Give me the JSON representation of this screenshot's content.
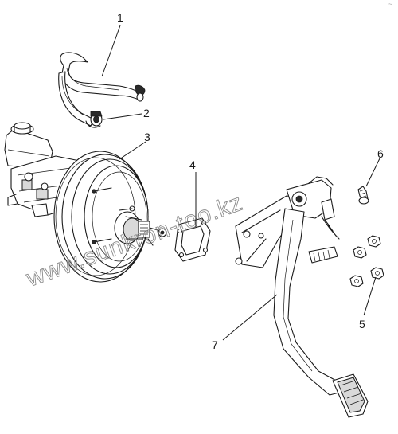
{
  "callouts": [
    {
      "id": "1",
      "label": "1"
    },
    {
      "id": "2",
      "label": "2"
    },
    {
      "id": "3",
      "label": "3"
    },
    {
      "id": "4",
      "label": "4"
    },
    {
      "id": "5",
      "label": "5"
    },
    {
      "id": "6",
      "label": "6"
    },
    {
      "id": "7",
      "label": "7"
    }
  ],
  "watermark": "www.sunkron-too.kz",
  "corner_mark": "~"
}
